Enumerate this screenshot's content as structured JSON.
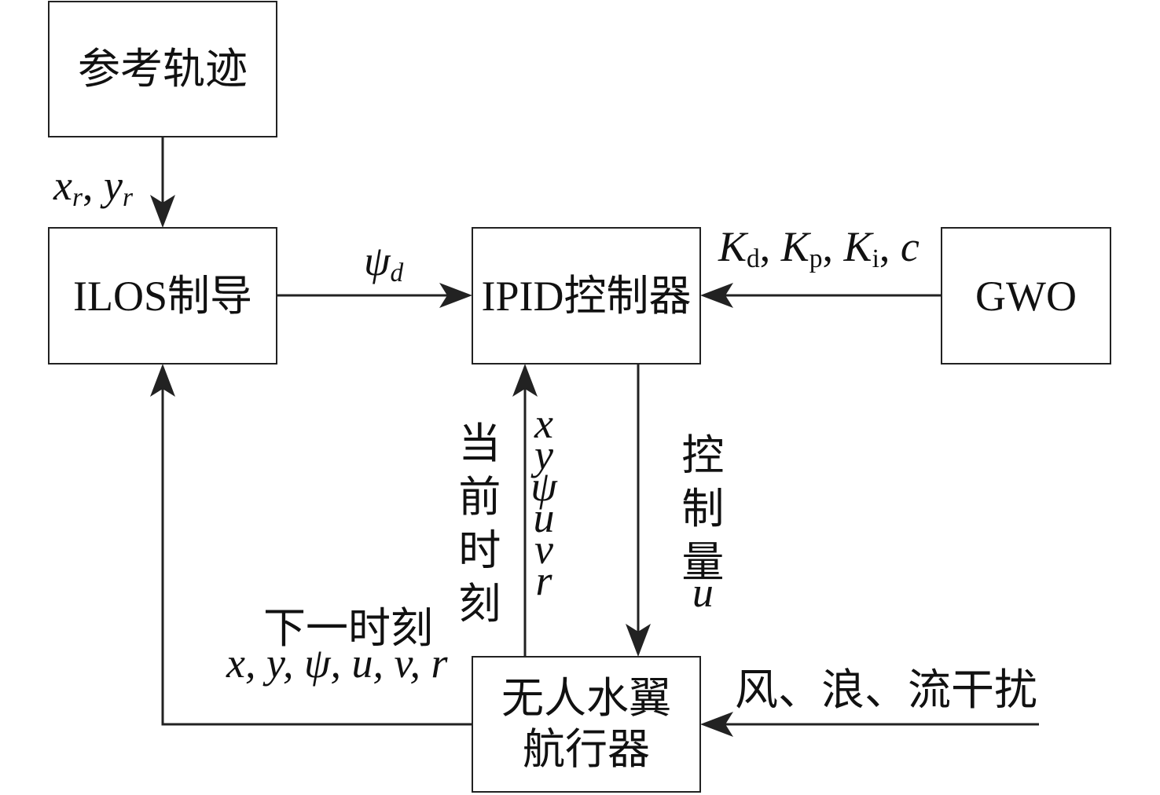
{
  "diagram": {
    "nodes": {
      "reference_trajectory": {
        "label": "参考轨迹"
      },
      "ilos_guidance": {
        "label": "ILOS制导"
      },
      "ipid_controller": {
        "label": "IPID控制器"
      },
      "gwo": {
        "label": "GWO"
      },
      "vehicle": {
        "label_lines": [
          "无人水翼",
          "航行器"
        ]
      }
    },
    "edges": {
      "reference_to_ilos": {
        "label": [
          {
            "text": "x",
            "sub": "r"
          },
          {
            "text": ", "
          },
          {
            "text": "y",
            "sub": "r"
          }
        ]
      },
      "ilos_to_ipid": {
        "label": [
          {
            "text": "ψ",
            "sub": "d"
          }
        ]
      },
      "gwo_to_ipid": {
        "label": [
          {
            "text": "K",
            "sub": "d"
          },
          {
            "text": ", "
          },
          {
            "text": "K",
            "sub": "p"
          },
          {
            "text": ", "
          },
          {
            "text": "K",
            "sub": "i"
          },
          {
            "text": ", "
          },
          {
            "text": "c"
          }
        ]
      },
      "ipid_to_vehicle": {
        "text": "控制量",
        "symbol": "u"
      },
      "vehicle_to_ipid": {
        "time": "当前时刻",
        "states": [
          "x",
          "y",
          "ψ",
          "u",
          "v",
          "r"
        ]
      },
      "vehicle_to_ilos": {
        "time": "下一时刻",
        "states": "x, y, ψ, u, v, r"
      },
      "disturbance_to_vehicle": {
        "text": "风、浪、流干扰"
      }
    }
  }
}
